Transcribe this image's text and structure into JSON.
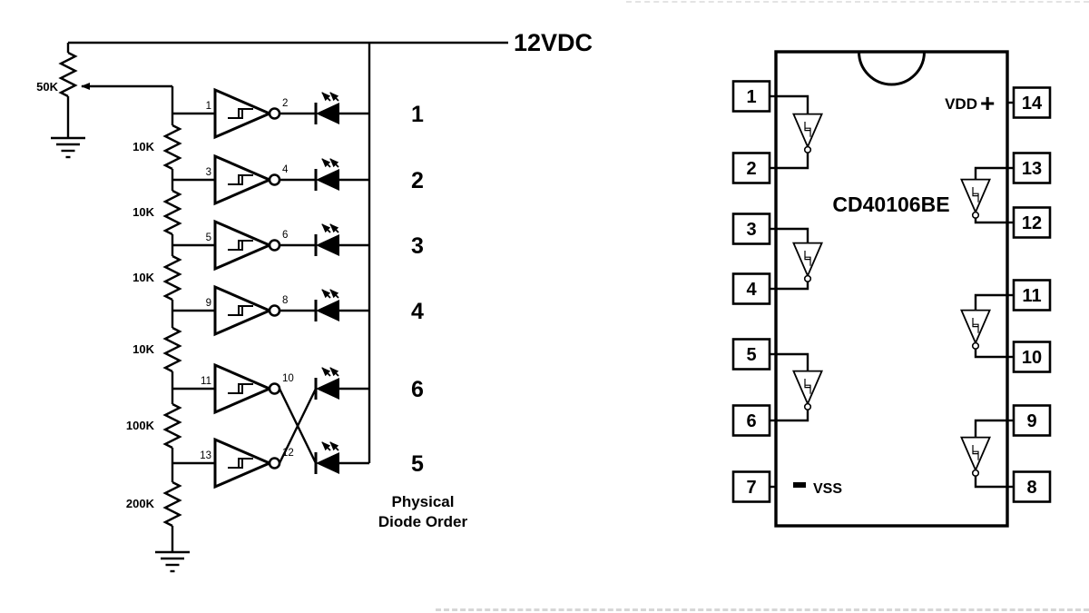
{
  "schematic": {
    "supply_label": "12VDC",
    "potentiometer": {
      "value": "50K"
    },
    "ladder_resistors": [
      "10K",
      "10K",
      "10K",
      "10K",
      "100K",
      "200K"
    ],
    "inverters": [
      {
        "input_pin": "1",
        "output_pin": "2"
      },
      {
        "input_pin": "3",
        "output_pin": "4"
      },
      {
        "input_pin": "5",
        "output_pin": "6"
      },
      {
        "input_pin": "9",
        "output_pin": "8"
      },
      {
        "input_pin": "11",
        "output_pin": "10"
      },
      {
        "input_pin": "13",
        "output_pin": "12"
      }
    ],
    "physical_diode_order": [
      "1",
      "2",
      "3",
      "4",
      "6",
      "5"
    ],
    "order_caption": {
      "line1": "Physical",
      "line2": "Diode Order"
    }
  },
  "ic": {
    "part_number": "CD40106BE",
    "vdd_label": "VDD",
    "vdd_polarity": "+",
    "vss_label": "VSS",
    "left_pins": [
      "1",
      "2",
      "3",
      "4",
      "5",
      "6",
      "7"
    ],
    "right_pins": [
      "14",
      "13",
      "12",
      "11",
      "10",
      "9",
      "8"
    ]
  },
  "colors": {
    "line": "#000000",
    "order_blue": "#1414c8",
    "plus_red": "#d40000"
  }
}
